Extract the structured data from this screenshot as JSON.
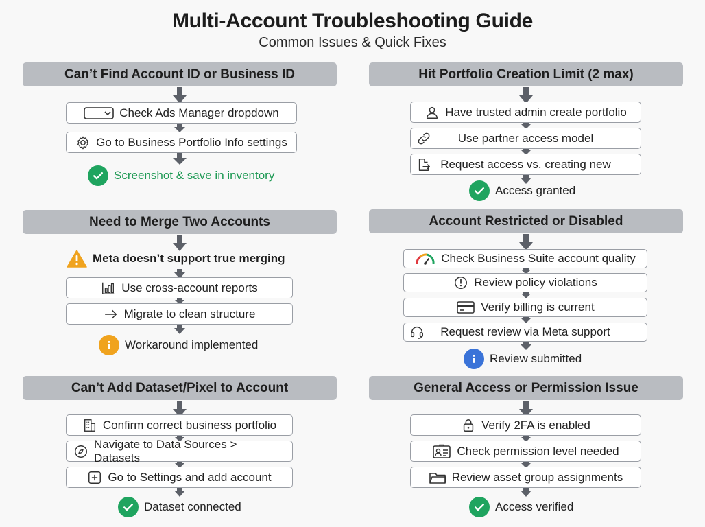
{
  "title": "Multi-Account Troubleshooting Guide",
  "subtitle": "Common Issues & Quick Fixes",
  "sections": {
    "account_id": {
      "header": "Can’t Find Account ID or Business ID",
      "steps": [
        "Check Ads Manager dropdown",
        "Go to Business Portfolio Info settings"
      ],
      "outcome": "Screenshot & save in inventory"
    },
    "merge": {
      "header": "Need to Merge Two Accounts",
      "warning": "Meta doesn’t support true merging",
      "steps": [
        "Use cross-account reports",
        "Migrate to clean structure"
      ],
      "outcome": "Workaround implemented"
    },
    "dataset": {
      "header": "Can’t Add Dataset/Pixel to Account",
      "steps": [
        "Confirm correct business portfolio",
        "Navigate to Data Sources > Datasets",
        "Go to Settings and add account"
      ],
      "outcome": "Dataset connected"
    },
    "portfolio_limit": {
      "header": "Hit Portfolio Creation Limit (2 max)",
      "steps": [
        "Have trusted admin create portfolio",
        "Use partner access model",
        "Request access vs. creating new"
      ],
      "outcome": "Access granted"
    },
    "restricted": {
      "header": "Account Restricted or Disabled",
      "steps": [
        "Check Business Suite account quality",
        "Review policy violations",
        "Verify billing is current",
        "Request review via Meta support"
      ],
      "outcome": "Review submitted"
    },
    "access": {
      "header": "General Access or Permission Issue",
      "steps": [
        "Verify 2FA is enabled",
        "Check permission level needed",
        "Review asset group assignments"
      ],
      "outcome": "Access verified"
    }
  },
  "icons": {
    "account_id": [
      "dropdown-icon",
      "gear-icon"
    ],
    "merge": [
      "bar-chart-icon",
      "arrow-right-icon"
    ],
    "dataset": [
      "building-icon",
      "compass-icon",
      "plus-square-icon"
    ],
    "portfolio_limit": [
      "user-icon",
      "link-icon",
      "export-icon"
    ],
    "restricted": [
      "gauge-icon",
      "alert-circle-icon",
      "credit-card-icon",
      "headset-icon"
    ],
    "access": [
      "lock-icon",
      "id-card-icon",
      "folder-icon"
    ]
  },
  "colors": {
    "header_bg": "#b9bcc1",
    "arrow": "#5c6068",
    "success": "#1fa45f",
    "info_orange": "#f0a31e",
    "info_blue": "#3a73d8",
    "warning": "#f0a31e"
  }
}
